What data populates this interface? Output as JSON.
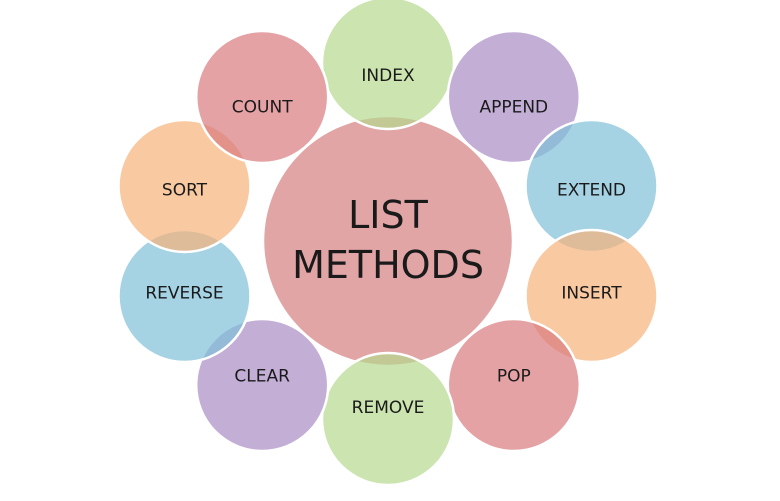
{
  "center": {
    "line1": "LIST",
    "line2": "METHODS",
    "fill": "#d98f90"
  },
  "methods": [
    {
      "label": "INDEX",
      "fill": "#b5d98f"
    },
    {
      "label": "APPEND",
      "fill": "#a98cc4"
    },
    {
      "label": "EXTEND",
      "fill": "#7fc1d9"
    },
    {
      "label": "INSERT",
      "fill": "#f7b27a"
    },
    {
      "label": "POP",
      "fill": "#d97b7f"
    },
    {
      "label": "REMOVE",
      "fill": "#b5d98f"
    },
    {
      "label": "CLEAR",
      "fill": "#a98cc4"
    },
    {
      "label": "REVERSE",
      "fill": "#7fc1d9"
    },
    {
      "label": "SORT",
      "fill": "#f7b27a"
    },
    {
      "label": "COUNT",
      "fill": "#d97b7f"
    }
  ]
}
